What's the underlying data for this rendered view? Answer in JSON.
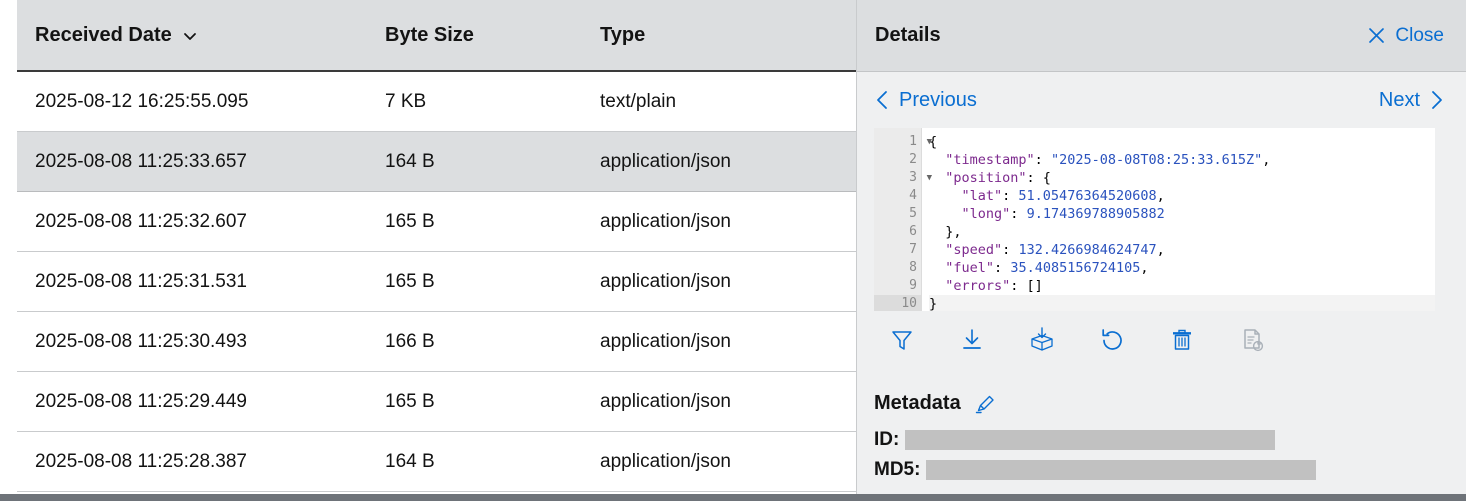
{
  "table": {
    "columns": [
      {
        "key": "received_date",
        "label": "Received Date",
        "sort": "desc",
        "sort_icon": "chevron-down-icon"
      },
      {
        "key": "byte_size",
        "label": "Byte Size"
      },
      {
        "key": "type",
        "label": "Type"
      }
    ],
    "rows": [
      {
        "received_date": "2025-08-12 16:25:55.095",
        "byte_size": "7 KB",
        "type": "text/plain",
        "selected": false
      },
      {
        "received_date": "2025-08-08 11:25:33.657",
        "byte_size": "164 B",
        "type": "application/json",
        "selected": true
      },
      {
        "received_date": "2025-08-08 11:25:32.607",
        "byte_size": "165 B",
        "type": "application/json",
        "selected": false
      },
      {
        "received_date": "2025-08-08 11:25:31.531",
        "byte_size": "165 B",
        "type": "application/json",
        "selected": false
      },
      {
        "received_date": "2025-08-08 11:25:30.493",
        "byte_size": "166 B",
        "type": "application/json",
        "selected": false
      },
      {
        "received_date": "2025-08-08 11:25:29.449",
        "byte_size": "165 B",
        "type": "application/json",
        "selected": false
      },
      {
        "received_date": "2025-08-08 11:25:28.387",
        "byte_size": "164 B",
        "type": "application/json",
        "selected": false
      }
    ]
  },
  "details": {
    "title": "Details",
    "close_label": "Close",
    "close_icon": "close-icon",
    "previous_label": "Previous",
    "previous_icon": "chevron-left-icon",
    "next_label": "Next",
    "next_icon": "chevron-right-icon",
    "editor": {
      "line_numbers": [
        "1",
        "2",
        "3",
        "4",
        "5",
        "6",
        "7",
        "8",
        "9",
        "10"
      ],
      "folded_lines": [
        "1",
        "3"
      ],
      "active_line": "10",
      "lines": [
        {
          "n": "1",
          "tokens": [
            {
              "t": "p",
              "v": "{"
            }
          ]
        },
        {
          "n": "2",
          "tokens": [
            {
              "t": "p",
              "v": "  "
            },
            {
              "t": "k",
              "v": "\"timestamp\""
            },
            {
              "t": "p",
              "v": ": "
            },
            {
              "t": "s",
              "v": "\"2025-08-08T08:25:33.615Z\""
            },
            {
              "t": "p",
              "v": ","
            }
          ]
        },
        {
          "n": "3",
          "tokens": [
            {
              "t": "p",
              "v": "  "
            },
            {
              "t": "k",
              "v": "\"position\""
            },
            {
              "t": "p",
              "v": ": {"
            }
          ]
        },
        {
          "n": "4",
          "tokens": [
            {
              "t": "p",
              "v": "    "
            },
            {
              "t": "k",
              "v": "\"lat\""
            },
            {
              "t": "p",
              "v": ": "
            },
            {
              "t": "n",
              "v": "51.05476364520608"
            },
            {
              "t": "p",
              "v": ","
            }
          ]
        },
        {
          "n": "5",
          "tokens": [
            {
              "t": "p",
              "v": "    "
            },
            {
              "t": "k",
              "v": "\"long\""
            },
            {
              "t": "p",
              "v": ": "
            },
            {
              "t": "n",
              "v": "9.174369788905882"
            }
          ]
        },
        {
          "n": "6",
          "tokens": [
            {
              "t": "p",
              "v": "  },"
            }
          ]
        },
        {
          "n": "7",
          "tokens": [
            {
              "t": "p",
              "v": "  "
            },
            {
              "t": "k",
              "v": "\"speed\""
            },
            {
              "t": "p",
              "v": ": "
            },
            {
              "t": "n",
              "v": "132.4266984624747"
            },
            {
              "t": "p",
              "v": ","
            }
          ]
        },
        {
          "n": "8",
          "tokens": [
            {
              "t": "p",
              "v": "  "
            },
            {
              "t": "k",
              "v": "\"fuel\""
            },
            {
              "t": "p",
              "v": ": "
            },
            {
              "t": "n",
              "v": "35.4085156724105"
            },
            {
              "t": "p",
              "v": ","
            }
          ]
        },
        {
          "n": "9",
          "tokens": [
            {
              "t": "p",
              "v": "  "
            },
            {
              "t": "k",
              "v": "\"errors\""
            },
            {
              "t": "p",
              "v": ": []"
            }
          ]
        },
        {
          "n": "10",
          "tokens": [
            {
              "t": "p",
              "v": "}"
            }
          ]
        }
      ]
    },
    "toolbar": [
      {
        "name": "filter-icon",
        "enabled": true
      },
      {
        "name": "download-icon",
        "enabled": true
      },
      {
        "name": "unpack-box-icon",
        "enabled": true
      },
      {
        "name": "restore-icon",
        "enabled": true
      },
      {
        "name": "delete-trash-icon",
        "enabled": true
      },
      {
        "name": "document-refresh-icon",
        "enabled": false
      }
    ],
    "metadata": {
      "title": "Metadata",
      "edit_icon": "pencil-edit-icon",
      "fields": [
        {
          "label": "ID:",
          "value_redacted": true
        },
        {
          "label": "MD5:",
          "value_redacted": true
        }
      ]
    }
  },
  "colors": {
    "accent_blue": "#0a6ed1",
    "header_gray": "#dcdee0",
    "panel_gray": "#eff0f1",
    "text_dark": "#131313",
    "disabled_gray": "#a9b0b8",
    "redacted_gray": "#c1c1c1",
    "scrollbar": "#6e7379"
  }
}
